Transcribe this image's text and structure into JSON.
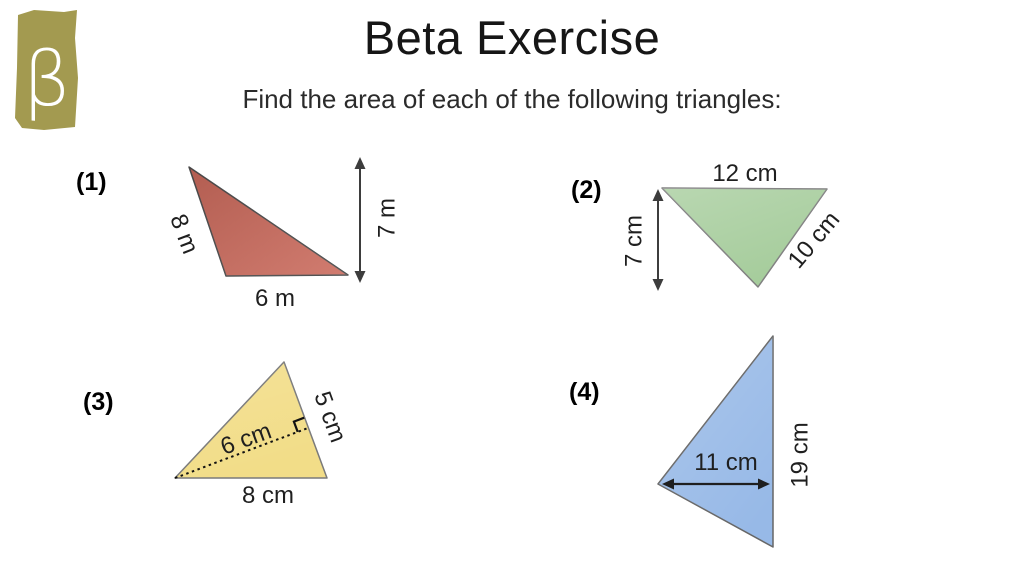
{
  "slide": {
    "title": "Beta Exercise",
    "instruction": "Find the area of each of the following triangles:"
  },
  "logo": {
    "glyph": "β",
    "color": "#a39a50"
  },
  "problems": [
    {
      "number": "(1)",
      "shape_color": "#cb6a5c",
      "labels": {
        "side": "8 m",
        "base": "6 m",
        "height": "7 m"
      }
    },
    {
      "number": "(2)",
      "shape_color": "#a5cc9b",
      "labels": {
        "top": "12 cm",
        "height": "7 cm",
        "side": "10 cm"
      }
    },
    {
      "number": "(3)",
      "shape_color": "#f2dd88",
      "labels": {
        "altitude": "6 cm",
        "side": "5 cm",
        "base": "8 cm"
      }
    },
    {
      "number": "(4)",
      "shape_color": "#97b9e7",
      "labels": {
        "width": "11 cm",
        "side": "19 cm"
      }
    }
  ]
}
